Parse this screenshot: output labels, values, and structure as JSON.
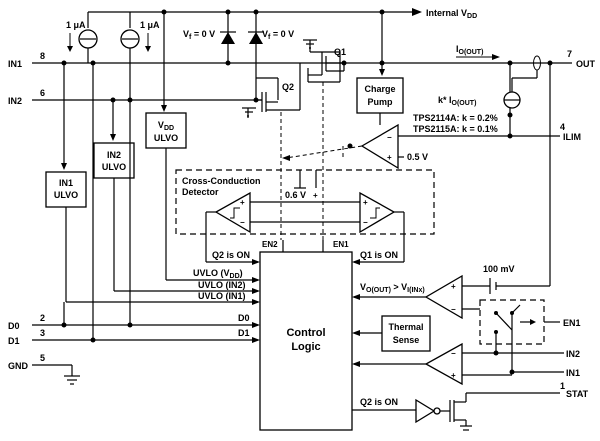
{
  "rails": {
    "internal_vdd": "Internal V",
    "internal_vdd_sub": "DD"
  },
  "sources": {
    "src1": "1 μA",
    "src2": "1 μA"
  },
  "diodes": {
    "d1": "V",
    "d1_sub": "f",
    "d1_val": " = 0 V",
    "d2": "V",
    "d2_sub": "f",
    "d2_val": " = 0 V"
  },
  "transistors": {
    "q1": "Q1",
    "q2": "Q2"
  },
  "blocks": {
    "in1_uvlo": [
      "IN1",
      "ULVO"
    ],
    "in2_uvlo": [
      "IN2",
      "ULVO"
    ],
    "vdd_uvlo_pre": "V",
    "vdd_uvlo_sub": "DD",
    "vdd_uvlo_post": "ULVO",
    "charge_pump": [
      "Charge",
      "Pump"
    ],
    "control_logic": [
      "Control",
      "Logic"
    ],
    "thermal_sense": [
      "Thermal",
      "Sense"
    ],
    "ccd_title": [
      "Cross-Conduction",
      "Detector"
    ]
  },
  "pins": {
    "in1": {
      "num": "8",
      "name": "IN1"
    },
    "in2": {
      "num": "6",
      "name": "IN2"
    },
    "out": {
      "num": "7",
      "name": "OUT"
    },
    "ilim": {
      "num": "4",
      "name": "ILIM"
    },
    "d0": {
      "num": "2",
      "name": "D0"
    },
    "d1": {
      "num": "3",
      "name": "D1"
    },
    "gnd": {
      "num": "5",
      "name": "GND"
    },
    "stat": {
      "num": "1",
      "name": "STAT"
    },
    "en1_ext": "EN1",
    "in2_ext": "IN2",
    "in1_ext": "IN1"
  },
  "labels": {
    "io_out_pre": "I",
    "io_out_sub": "O(OUT)",
    "kio_pre": "k* I",
    "kio_sub": "O(OUT)",
    "tps2114": "TPS2114A: k = 0.2%",
    "tps2115": "TPS2115A: k = 0.1%",
    "ref_05v": "0.5 V",
    "ref_06v": "0.6 V",
    "plus": "+",
    "minus": "−",
    "en2": "EN2",
    "en1": "EN1",
    "q2_is_on": "Q2 is ON",
    "q1_is_on": "Q1 is ON",
    "uvlo_vdd_pre": "UVLO (V",
    "uvlo_vdd_sub": "DD",
    "uvlo_vdd_post": ")",
    "uvlo_in2": "UVLO (IN2)",
    "uvlo_in1": "UVLO (IN1)",
    "d0_sig": "D0",
    "d1_sig": "D1",
    "vo_cmp_pre": "V",
    "vo_cmp_sub1": "O(OUT)",
    "vo_cmp_mid": " > V",
    "vo_cmp_sub2": "I(INx)",
    "ref_100mv": "100 mV",
    "q2_is_on_stat": "Q2 is ON"
  }
}
